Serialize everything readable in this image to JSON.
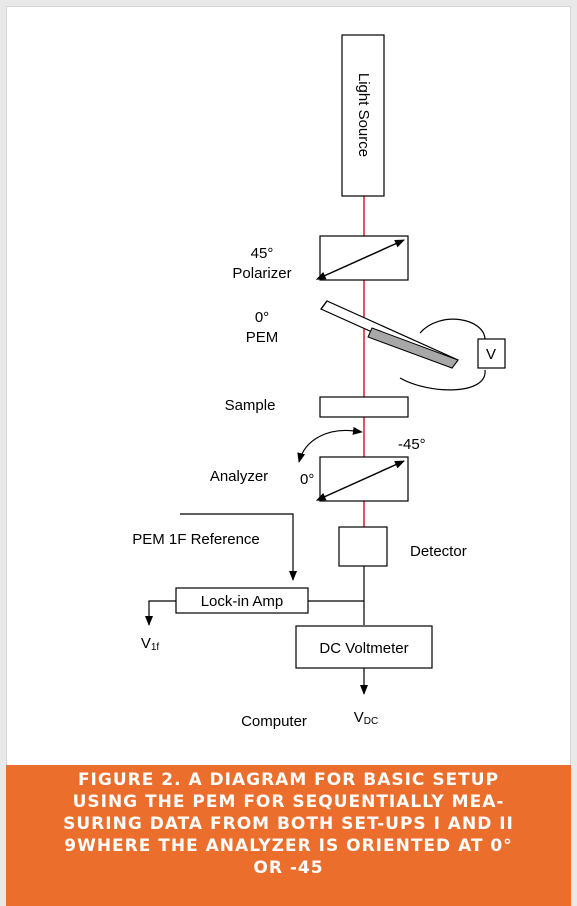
{
  "diagram": {
    "labels": {
      "light_source": "Light Source",
      "polarizer_angle": "45°",
      "polarizer": "Polarizer",
      "pem_angle": "0°",
      "pem": "PEM",
      "voltage_source": "V",
      "sample": "Sample",
      "analyzer_neg45": "-45°",
      "analyzer": "Analyzer",
      "analyzer_0": "0°",
      "pem_reference": "PEM 1F Reference",
      "detector": "Detector",
      "lockin": "Lock-in Amp",
      "v1f_main": "V",
      "v1f_sub": "1f",
      "dc_voltmeter": "DC Voltmeter",
      "computer": "Computer",
      "vdc_main": "V",
      "vdc_sub": "DC"
    },
    "colors": {
      "beam": "#d21f2e",
      "caption_bg": "#ec6e2d",
      "caption_text": "#ffffff",
      "pem_shade": "#a8a8a8"
    }
  },
  "caption": {
    "lines": [
      "FIGURE 2. A DIAGRAM FOR BASIC SETUP",
      "USING THE PEM FOR SEQUENTIALLY MEA-",
      "SURING DATA FROM BOTH SET-UPS I AND II",
      "9WHERE THE ANALYZER IS ORIENTED AT 0°",
      "OR -45"
    ]
  }
}
